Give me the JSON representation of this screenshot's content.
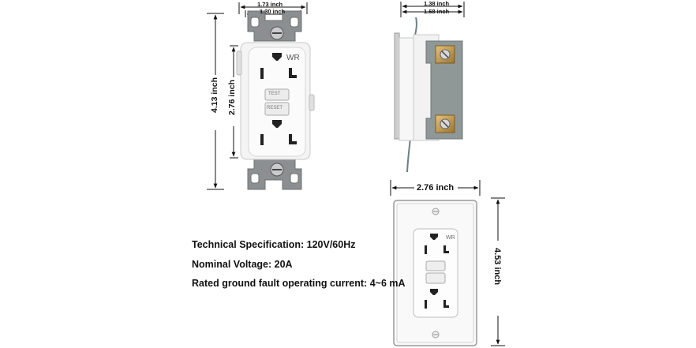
{
  "dimensions": {
    "front_width_outer": "1.73 inch",
    "front_width_inner": "1.30 inch",
    "front_height_outer": "4.13 inch",
    "front_height_inner": "2.76 inch",
    "side_depth_outer": "1.38 inch",
    "side_depth_inner": "1.68 inch",
    "plate_width": "2.76 inch",
    "plate_height": "4.53 inch"
  },
  "receptacle_marks": {
    "brand": "WR",
    "test": "TEST",
    "reset": "RESET"
  },
  "specs": [
    "Technical Specification: 120V/60Hz",
    "Nominal Voltage: 20A",
    "Rated ground fault operating current: 4~6 mA"
  ]
}
